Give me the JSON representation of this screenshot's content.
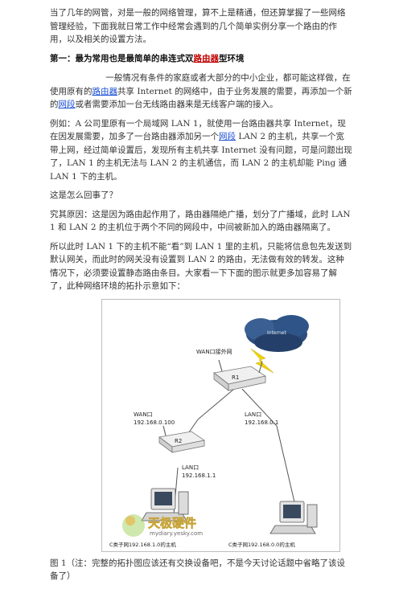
{
  "intro": "当了几年的网管，对是一般的网络管理，算不上是精通，但还算掌握了一些网络管理经验，下面我就日常工作中经常会遇到的几个简单实例分享一个路由的作用，以及相关的设置方法。",
  "section1": {
    "heading_pre": "第一：最为常用也是最简单的串连式双",
    "heading_kw": "路由器",
    "heading_post": "型环境"
  },
  "para1": {
    "t1": "一般情况有条件的家庭或者大部分的中小企业，都可能这样做，在使用原有的",
    "link1": "路由器",
    "t2": "共享 Internet 的网络中，由于业务发展的需要，再添加一个新的",
    "link2": "网段",
    "t3": "或者需要添加一台无线路由器来是无线客户端的接入。"
  },
  "para2": {
    "t1": "例如：A 公司里原有一个局域网 LAN 1，就使用一台路由器共享 Internet，现在因发展需要，加多了一台路由器添加另一个",
    "link1": "网段",
    "t2": " LAN 2 的主机，共享一个宽带上网，经过简单设置后，发现所有主机共享 Internet 没有问题，可是问题出现了，LAN 1 的主机无法与 LAN 2 的主机通信，而 LAN 2 的主机却能 Ping 通 LAN 1 下的主机。"
  },
  "para3": "这是怎么回事了？",
  "para4": "究其原因：这是因为路由起作用了，路由器隔绝广播，划分了广播域，此时 LAN 1 和 LAN 2 的主机位于两个不同的网段中，中间被新加入的路由器隔离了。",
  "para5": "所以此时 LAN 1 下的主机不能“看”到 LAN 1 里的主机，只能将信息包先发送到默认网关，而此时的网关没有设置到 LAN 2 的路由，无法做有效的转发。这种情况下，必须要设置静态路由条目。大家看一下下面的图示就更多加容易了解了，此种网络环境的拓扑示意如下：",
  "figure": {
    "wan_label": "WAN口接外网",
    "internet_label": "Internet",
    "r1_label": "R1",
    "r2_label": "R2",
    "r2_wan_title": "WAN口",
    "r2_wan_ip": "192.168.0.100",
    "r1_lan_title": "LAN口",
    "r1_lan_ip": "192.168.0.1",
    "r2_lan_title": "LAN口",
    "r2_lan_ip": "192.168.1.1",
    "pc_left_caption": "C类子网192.168.1.0的主机",
    "pc_right_caption": "C类子网192.168.0.0的主机",
    "watermark_cn": "天极硬件",
    "watermark_url": "mydiary.yesky.com"
  },
  "caption": "图 1（注：完整的拓扑图应该还有交换设备吧，不是今天讨论话题中省略了该设备了）"
}
